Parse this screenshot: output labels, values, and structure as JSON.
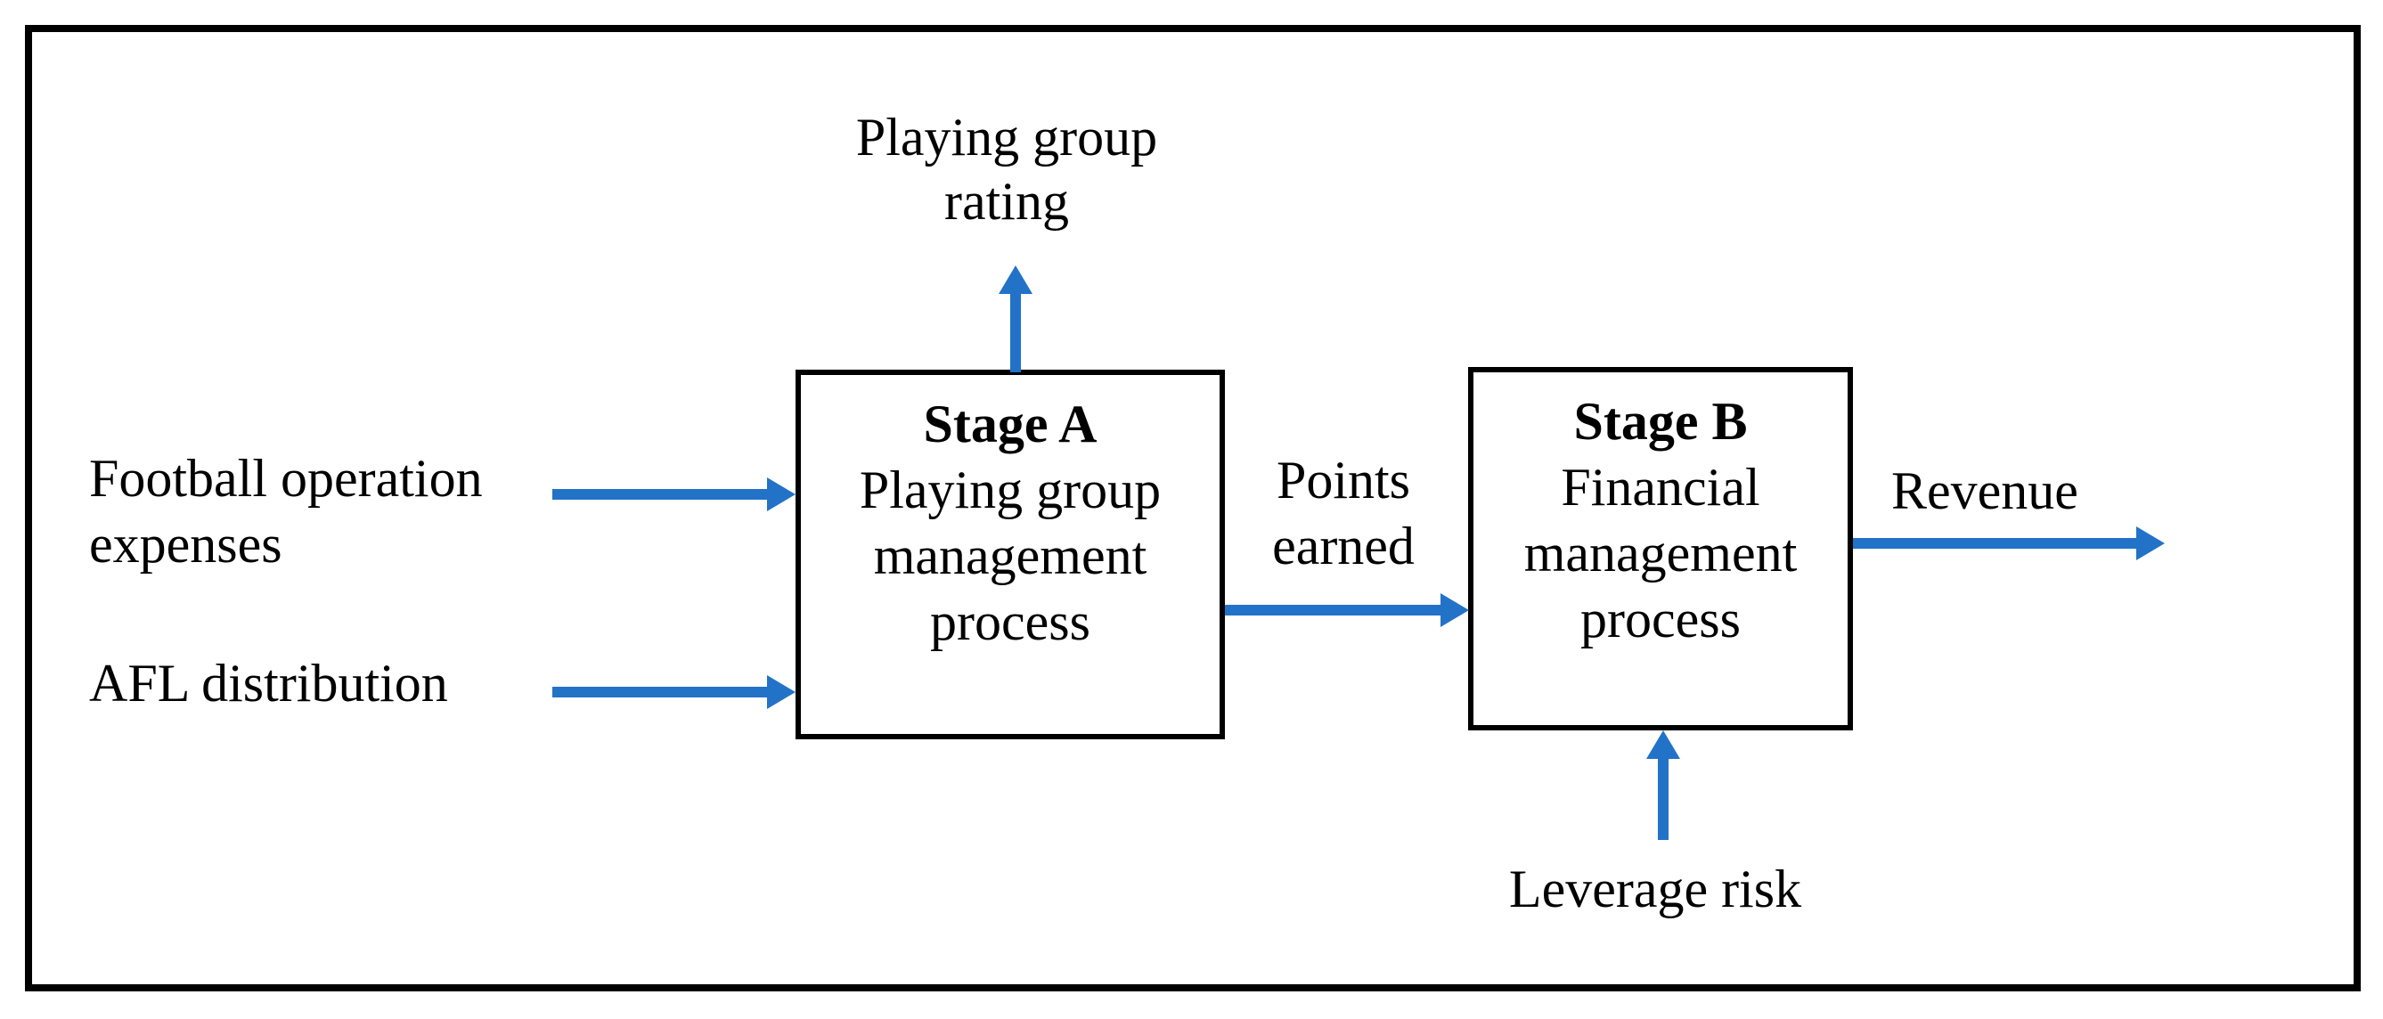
{
  "colors": {
    "arrow": "#2272c8",
    "border": "#000000",
    "text": "#000000",
    "background": "#ffffff"
  },
  "nodes": {
    "stage_a": {
      "title": "Stage A",
      "line1": "Playing group",
      "line2": "management",
      "line3": "process"
    },
    "stage_b": {
      "title": "Stage B",
      "line1": "Financial",
      "line2": "management",
      "line3": "process"
    }
  },
  "labels": {
    "playing_group_rating": {
      "line1": "Playing group",
      "line2": "rating"
    },
    "football_operation_expenses": {
      "line1": "Football operation",
      "line2": "expenses"
    },
    "afl_distribution": "AFL distribution",
    "points_earned": {
      "line1": "Points",
      "line2": "earned"
    },
    "revenue": "Revenue",
    "leverage_risk": "Leverage risk"
  }
}
